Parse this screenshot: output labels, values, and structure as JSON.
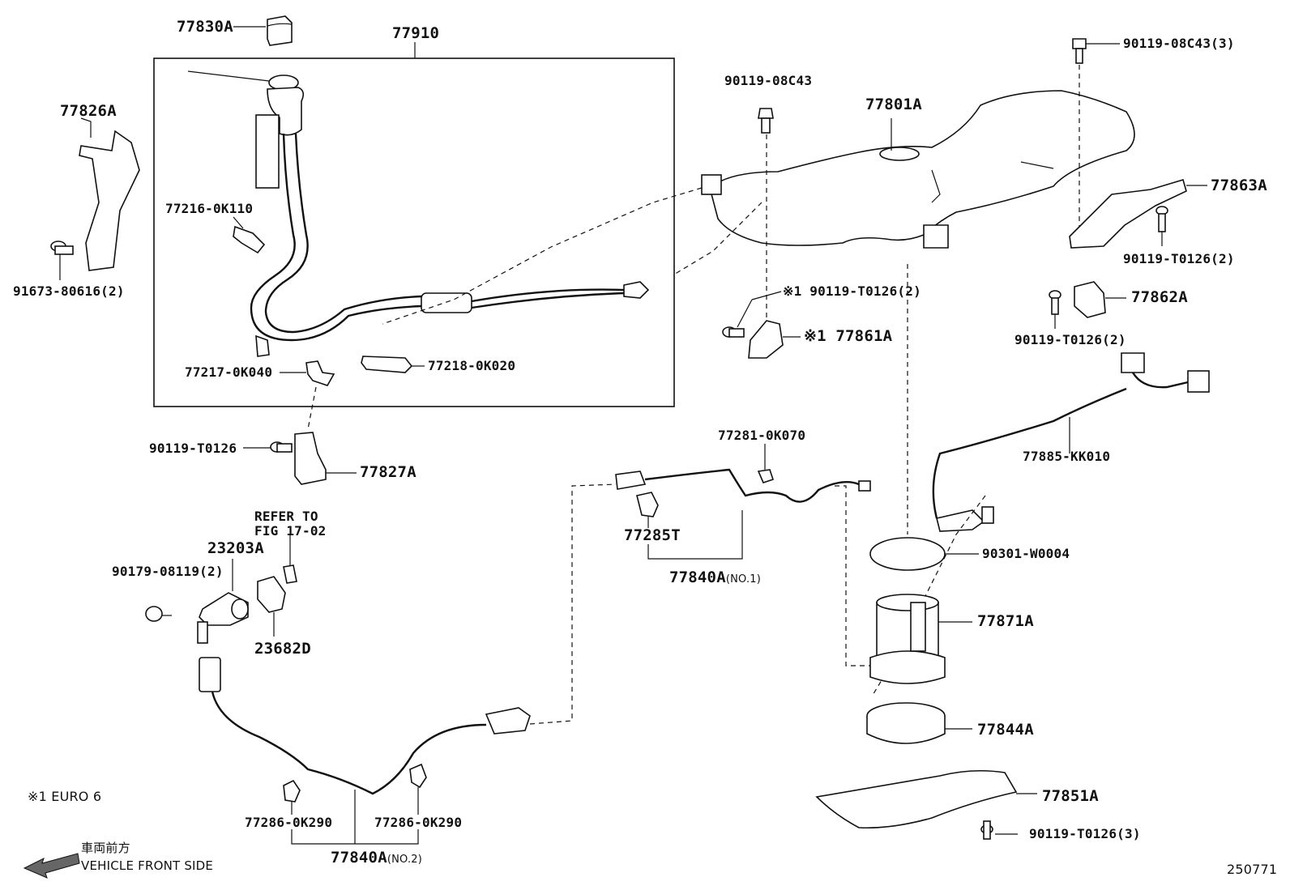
{
  "diagram_id": "250771",
  "labels": {
    "p77830A": "77830A",
    "p77910": "77910",
    "p77826A": "77826A",
    "p91673": "91673-80616(2)",
    "p77216": "77216-0K110",
    "p77217": "77217-0K040",
    "p77218": "77218-0K020",
    "p90119_t0126_a": "90119-T0126",
    "p77827A": "77827A",
    "refer1": "REFER TO",
    "refer2": "FIG 17-02",
    "p23203A": "23203A",
    "p90179": "90179-08119(2)",
    "p23682D": "23682D",
    "p90119_08c43": "90119-08C43",
    "p77801A": "77801A",
    "p90119_08c43_3": "90119-08C43(3)",
    "p77863A": "77863A",
    "p90119_t0126_2a": "90119-T0126(2)",
    "p90119_t0126_2b": "※1 90119-T0126(2)",
    "p77861A": "※1 77861A",
    "p77862A": "77862A",
    "p90119_t0126_2c": "90119-T0126(2)",
    "p77885": "77885-KK010",
    "p77281": "77281-0K070",
    "p77285T": "77285T",
    "p77840A_1": "77840A",
    "p77840A_1_sub": "(NO.1)",
    "p90301": "90301-W0004",
    "p77871A": "77871A",
    "p77844A": "77844A",
    "p77851A": "77851A",
    "p90119_t0126_3": "90119-T0126(3)",
    "p77286_a": "77286-0K290",
    "p77286_b": "77286-0K290",
    "p77840A_2": "77840A",
    "p77840A_2_sub": "(NO.2)"
  },
  "notes": {
    "footnote": "※1 EURO 6",
    "front_jp": "車両前方",
    "front_en": "VEHICLE FRONT SIDE"
  }
}
